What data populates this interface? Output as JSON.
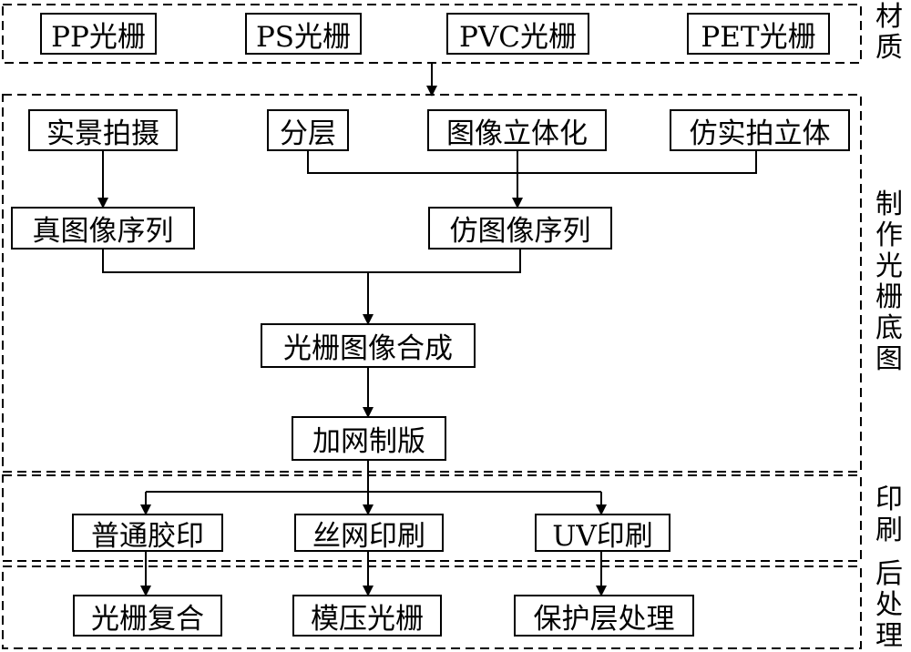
{
  "materials": {
    "pp": "PP光栅",
    "ps": "PS光栅",
    "pvc": "PVC光栅",
    "pet": "PET光栅"
  },
  "making": {
    "real_shot": "实景拍摄",
    "layering": "分层",
    "image_3d": "图像立体化",
    "imitation_3d": "仿实拍立体",
    "real_sequence": "真图像序列",
    "imitation_sequence": "仿图像序列",
    "synthesis": "光栅图像合成",
    "screening": "加网制版"
  },
  "printing": {
    "offset": "普通胶印",
    "screen": "丝网印刷",
    "uv": "UV印刷"
  },
  "post": {
    "composite": "光栅复合",
    "embossing": "模压光栅",
    "protective": "保护层处理"
  },
  "section_labels": {
    "materials": [
      "材",
      "质"
    ],
    "making": [
      "制",
      "作",
      "光",
      "栅",
      "底",
      "图"
    ],
    "printing": [
      "印",
      "刷"
    ],
    "post": [
      "后",
      "处",
      "理"
    ]
  }
}
